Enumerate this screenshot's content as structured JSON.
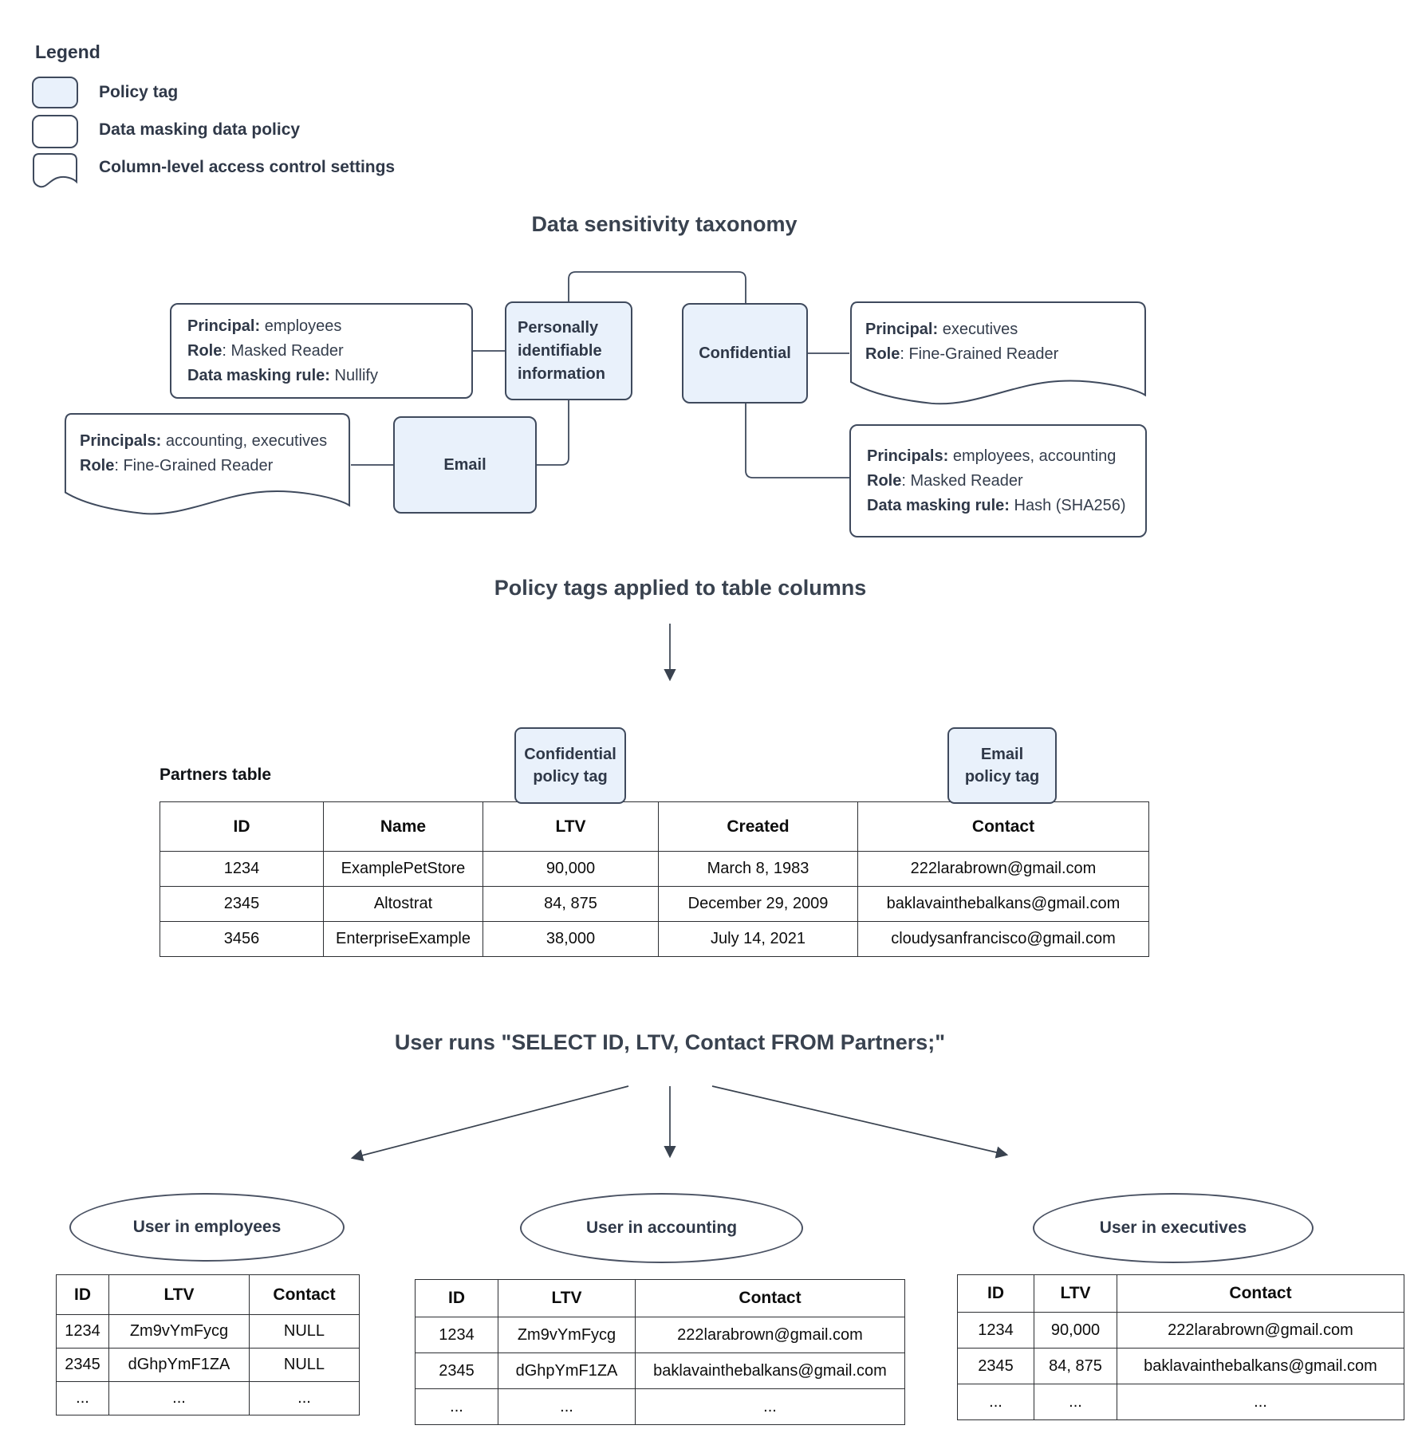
{
  "colors": {
    "policy_tag_fill": "#e9f1fb",
    "line": "#3f4a5d",
    "title_text": "#39424f"
  },
  "legend": {
    "title": "Legend",
    "items": [
      {
        "shape": "policy-tag",
        "label": "Policy tag"
      },
      {
        "shape": "data-masking-policy",
        "label": "Data masking data policy"
      },
      {
        "shape": "column-access-control",
        "label": "Column-level access control settings"
      }
    ]
  },
  "taxonomy": {
    "title": "Data sensitivity taxonomy",
    "nodes": {
      "pii": {
        "label": "Personally identifiable information"
      },
      "confidential": {
        "label": "Confidential"
      },
      "email": {
        "label": "Email"
      }
    },
    "policies": {
      "pii_masking": {
        "lines": [
          {
            "b": "Principal:",
            "t": " employees"
          },
          {
            "b": "Role",
            "t": ": Masked Reader"
          },
          {
            "b": "Data masking rule:",
            "t": " Nullify"
          }
        ]
      },
      "confidential_access": {
        "lines": [
          {
            "b": "Principal:",
            "t": " executives"
          },
          {
            "b": "Role",
            "t": ": Fine-Grained Reader"
          }
        ]
      },
      "email_access": {
        "lines": [
          {
            "b": "Principals:",
            "t": " accounting, executives"
          },
          {
            "b": "Role",
            "t": ": Fine-Grained Reader"
          }
        ]
      },
      "confidential_masking": {
        "lines": [
          {
            "b": "Principals:",
            "t": " employees, accounting"
          },
          {
            "b": "Role",
            "t": ": Masked Reader"
          },
          {
            "b": "Data masking rule:",
            "t": " Hash (SHA256)"
          }
        ]
      }
    }
  },
  "policy_section": {
    "title": "Policy tags applied to table columns"
  },
  "partners": {
    "label": "Partners table",
    "tags": [
      {
        "lines": [
          "Confidential",
          "policy tag"
        ]
      },
      {
        "lines": [
          "Email",
          "policy tag"
        ]
      }
    ],
    "headers": [
      "ID",
      "Name",
      "LTV",
      "Created",
      "Contact"
    ],
    "rows": [
      [
        "1234",
        "ExamplePetStore",
        "90,000",
        "March 8, 1983",
        "222larabrown@gmail.com"
      ],
      [
        "2345",
        "Altostrat",
        "84, 875",
        "December 29, 2009",
        "baklavainthebalkans@gmail.com"
      ],
      [
        "3456",
        "EnterpriseExample",
        "38,000",
        "July 14, 2021",
        "cloudysanfrancisco@gmail.com"
      ]
    ]
  },
  "query_section": {
    "title": "User runs \"SELECT ID, LTV, Contact FROM Partners;\""
  },
  "results": [
    {
      "user": "User in employees",
      "headers": [
        "ID",
        "LTV",
        "Contact"
      ],
      "rows": [
        [
          "1234",
          "Zm9vYmFycg",
          "NULL"
        ],
        [
          "2345",
          "dGhpYmF1ZA",
          "NULL"
        ],
        [
          "...",
          "...",
          "..."
        ]
      ]
    },
    {
      "user": "User in accounting",
      "headers": [
        "ID",
        "LTV",
        "Contact"
      ],
      "rows": [
        [
          "1234",
          "Zm9vYmFycg",
          "222larabrown@gmail.com"
        ],
        [
          "2345",
          "dGhpYmF1ZA",
          "baklavainthebalkans@gmail.com"
        ],
        [
          "...",
          "...",
          "..."
        ]
      ]
    },
    {
      "user": "User in executives",
      "headers": [
        "ID",
        "LTV",
        "Contact"
      ],
      "rows": [
        [
          "1234",
          "90,000",
          "222larabrown@gmail.com"
        ],
        [
          "2345",
          "84, 875",
          "baklavainthebalkans@gmail.com"
        ],
        [
          "...",
          "...",
          "..."
        ]
      ]
    }
  ]
}
